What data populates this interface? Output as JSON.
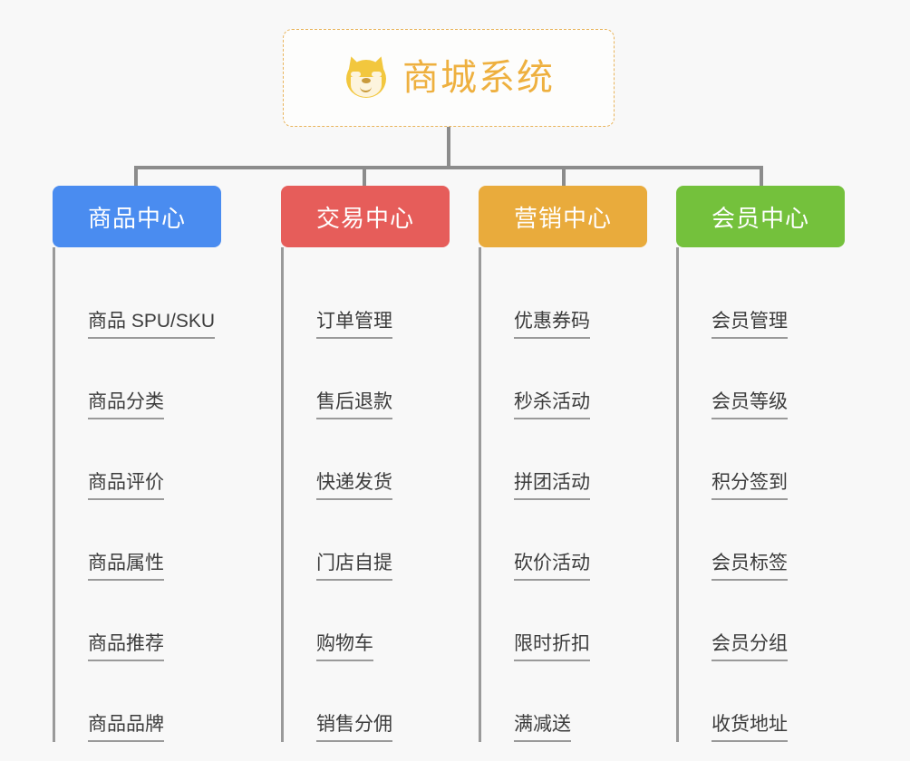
{
  "page": {
    "background_color": "#f8f8f8",
    "diagram_type": "mind-map-tree"
  },
  "root": {
    "icon": "dog-face-icon",
    "title": "商城系统",
    "border_color": "#e9b45c",
    "text_color": "#eeb03f"
  },
  "branches": [
    {
      "name": "product-center",
      "label": "商品中心",
      "color": "#4a8cf0",
      "items": [
        "商品 SPU/SKU",
        "商品分类",
        "商品评价",
        "商品属性",
        "商品推荐",
        "商品品牌"
      ]
    },
    {
      "name": "trade-center",
      "label": "交易中心",
      "color": "#e65d5a",
      "items": [
        "订单管理",
        "售后退款",
        "快递发货",
        "门店自提",
        "购物车",
        "销售分佣"
      ]
    },
    {
      "name": "marketing-center",
      "label": "营销中心",
      "color": "#e9ab3c",
      "items": [
        "优惠券码",
        "秒杀活动",
        "拼团活动",
        "砍价活动",
        "限时折扣",
        "满减送"
      ]
    },
    {
      "name": "member-center",
      "label": "会员中心",
      "color": "#74c13c",
      "items": [
        "会员管理",
        "会员等级",
        "积分签到",
        "会员标签",
        "会员分组",
        "收货地址"
      ]
    }
  ],
  "connector": {
    "color": "#8c8c8c"
  }
}
